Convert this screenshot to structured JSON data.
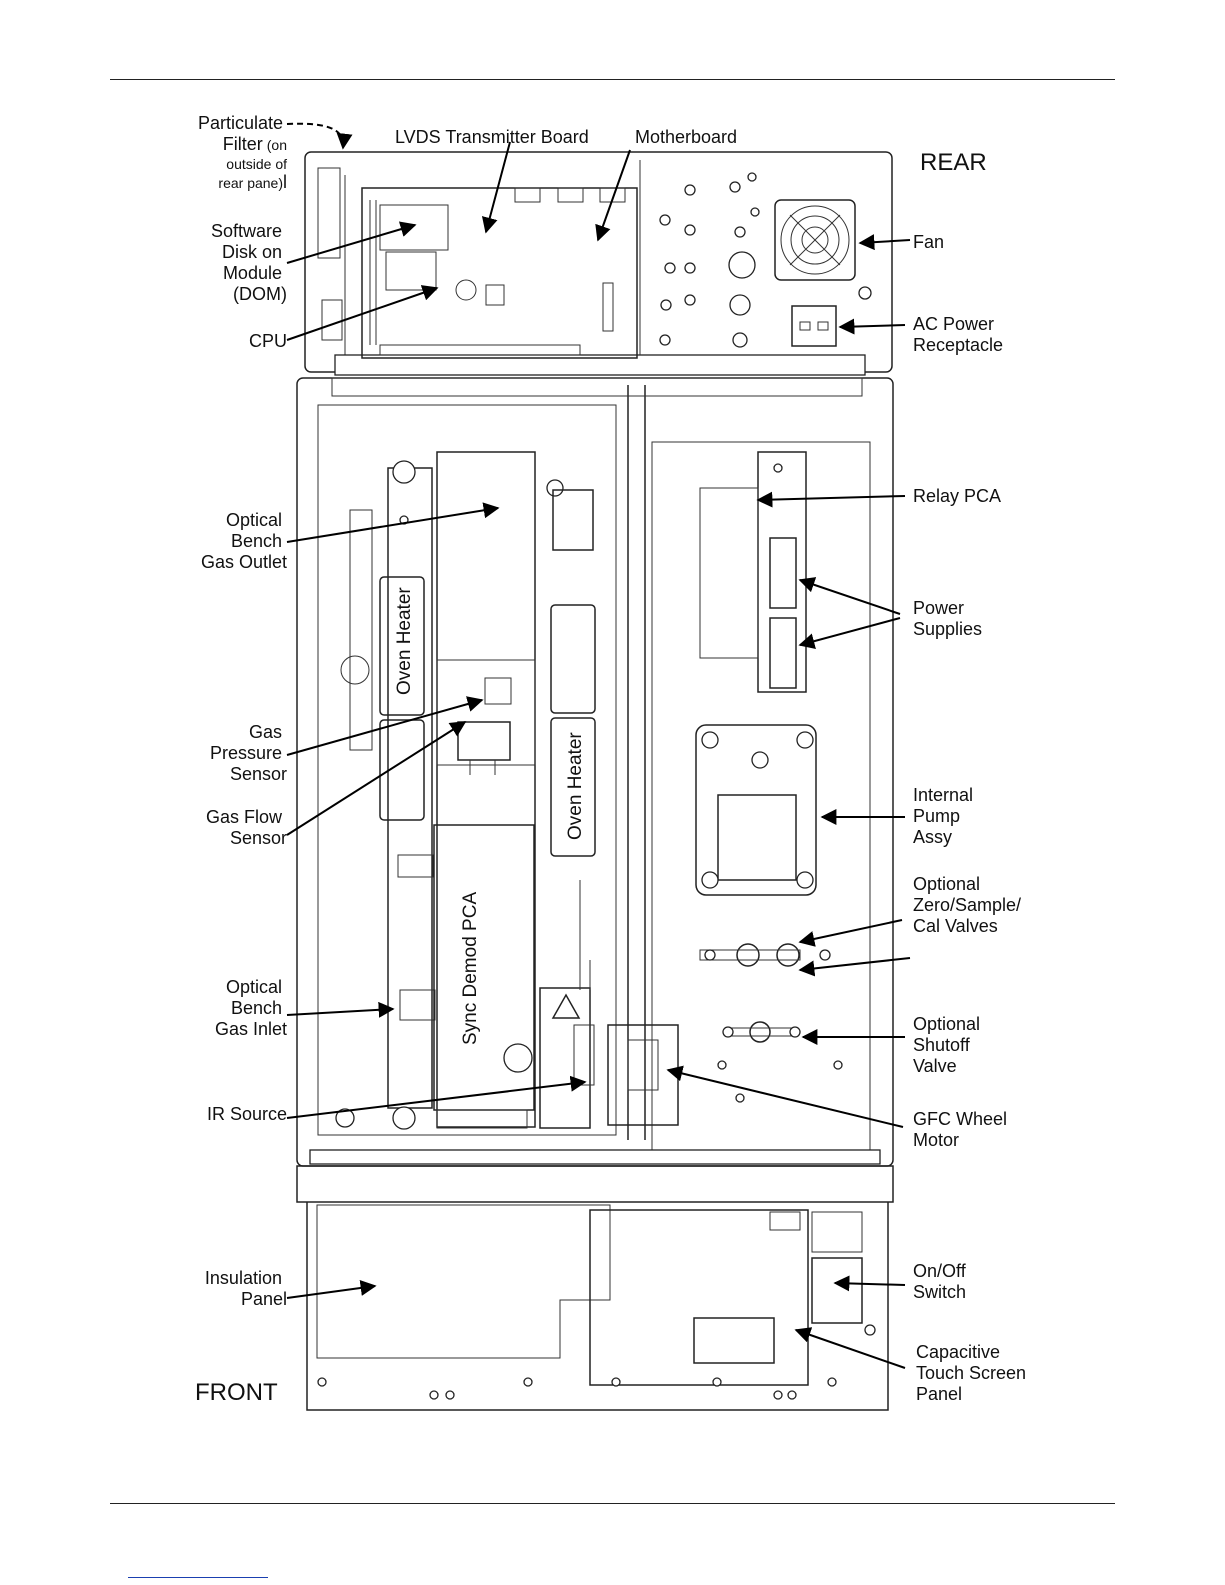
{
  "labels": {
    "particulate_filter": [
      "Particulate",
      "Filter",
      "(on",
      "outside of",
      "rear pane)",
      "l"
    ],
    "lvds": "LVDS Transmitter Board",
    "motherboard": "Motherboard",
    "rear": "REAR",
    "software_disk": [
      "Software",
      "Disk on",
      "Module",
      "(DOM)"
    ],
    "cpu": "CPU",
    "fan": "Fan",
    "ac_power": [
      "AC Power",
      "Receptacle"
    ],
    "optical_outlet": [
      "Optical",
      "Bench",
      "Gas Outlet"
    ],
    "relay_pca": "Relay PCA",
    "power_supplies": [
      "Power",
      "Supplies"
    ],
    "oven_heater_left": "Oven Heater",
    "oven_heater_right": "Oven Heater",
    "gas_pressure": [
      "Gas",
      "Pressure",
      "Sensor"
    ],
    "gas_flow": [
      "Gas Flow",
      "Sensor"
    ],
    "internal_pump": [
      "Internal",
      "Pump",
      "Assy"
    ],
    "optional_valves": [
      "Optional",
      "Zero/Sample/",
      "Cal Valves"
    ],
    "sync_demod": "Sync Demod PCA",
    "optical_inlet": [
      "Optical",
      "Bench",
      "Gas Inlet"
    ],
    "optional_shutoff": [
      "Optional",
      "Shutoff",
      "Valve"
    ],
    "ir_source": "IR Source",
    "gfc_motor": [
      "GFC Wheel",
      "Motor"
    ],
    "insulation": [
      "Insulation",
      "Panel"
    ],
    "onoff": [
      "On/Off",
      "Switch"
    ],
    "capacitive": [
      "Capacitive",
      "Touch Screen",
      "Panel"
    ],
    "front": "FRONT"
  }
}
